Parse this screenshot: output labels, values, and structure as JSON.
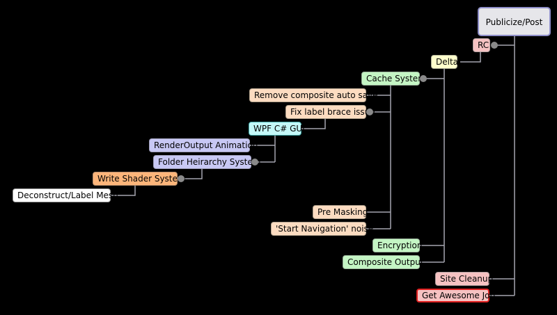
{
  "colors": {
    "background": "#000000",
    "wire": "#a5a5b0",
    "connector_dot": "#8a8a8a"
  },
  "root": {
    "label": "Publicize/Post",
    "color": "#e6e6ea",
    "border": "#8e8ec8"
  },
  "nodes": {
    "rc": {
      "label": "RC",
      "color": "#f6c2c2",
      "border": "#b5a3a3"
    },
    "delta": {
      "label": "Delta",
      "color": "#ffffcc",
      "border": "#b3b39a"
    },
    "cache_system": {
      "label": "Cache System",
      "color": "#c4f5c4",
      "border": "#9bb39b"
    },
    "remove_composite_auto_save": {
      "label": "Remove composite auto save",
      "color": "#fcdcc1",
      "border": "#b3a38f"
    },
    "fix_label_brace_issue": {
      "label": "Fix label brace issue",
      "color": "#fcdcc1",
      "border": "#b3a38f"
    },
    "wpf_csharp_gui": {
      "label": "WPF C# GUI",
      "color": "#c4f8f8",
      "border": "#44aaaa"
    },
    "renderoutput_animation": {
      "label": "RenderOutput Animation",
      "color": "#c8c8f4",
      "border": "#9d9db8"
    },
    "folder_heirarchy_system": {
      "label": "Folder Heirarchy System",
      "color": "#c8c8f4",
      "border": "#9d9db8"
    },
    "write_shader_system": {
      "label": "Write Shader System",
      "color": "#fcb57a",
      "border": "#b88f6c"
    },
    "deconstruct_label_mesh": {
      "label": "Deconstruct/Label Mesh",
      "color": "#ffffff",
      "border": "#9a9a9a"
    },
    "pre_masking": {
      "label": "Pre Masking",
      "color": "#fcdcc1",
      "border": "#b3a38f"
    },
    "start_navigation_noise": {
      "label": "'Start Navigation' noise",
      "color": "#fcdcc1",
      "border": "#b3a38f"
    },
    "encryption": {
      "label": "Encryption",
      "color": "#c4f5c4",
      "border": "#9bb39b"
    },
    "composite_output": {
      "label": "Composite Output",
      "color": "#c4f5c4",
      "border": "#9bb39b"
    },
    "site_cleanup": {
      "label": "Site Cleanup",
      "color": "#f6c2c2",
      "border": "#b5a3a3"
    },
    "get_awesome_job": {
      "label": "Get Awesome Job",
      "color": "#f6c2c2",
      "border": "#e02020"
    }
  }
}
